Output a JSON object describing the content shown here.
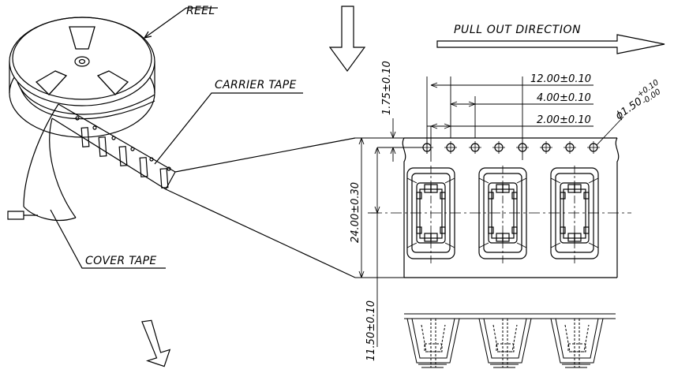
{
  "labels": {
    "reel": "REEL",
    "carrier_tape": "CARRIER TAPE",
    "cover_tape": "COVER TAPE",
    "pull_out": "PULL OUT DIRECTION"
  },
  "dimensions": {
    "pitch_12": "12.00±0.10",
    "pitch_4": "4.00±0.10",
    "pitch_2": "2.00±0.10",
    "hole_dia_main": "ϕ1.50",
    "hole_dia_tol_upper": "+0.10",
    "hole_dia_tol_lower": "-0.00",
    "edge_175": "1.75±0.10",
    "width_24": "24.00±0.30",
    "offset_115": "11.50±0.10"
  }
}
